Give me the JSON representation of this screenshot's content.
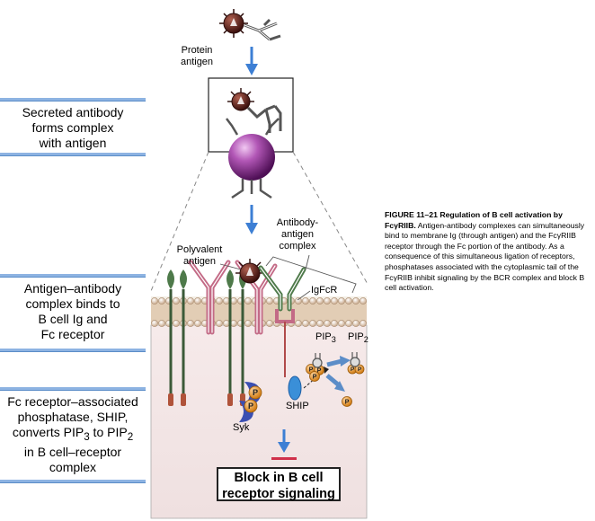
{
  "steps": [
    {
      "line1": "Secreted antibody",
      "line2": "forms complex",
      "line3": "with antigen",
      "line4": ""
    },
    {
      "line1": "Antigen–antibody",
      "line2": "complex binds to",
      "line3": "B cell Ig and",
      "line4": "Fc receptor"
    },
    {
      "line1": "Fc receptor–associated",
      "line2": "phosphatase, SHIP,",
      "line3_pre": "converts PIP",
      "line3_sub": "3",
      "line3_mid": " to PIP",
      "line3_sub2": "2",
      "line4": "in B cell–receptor",
      "line5": "complex"
    }
  ],
  "labels": {
    "protein_antigen_1": "Protein",
    "protein_antigen_2": "antigen",
    "ag_complex_1": "Antibody-",
    "ag_complex_2": "antigen",
    "ag_complex_3": "complex",
    "polyvalent_1": "Polyvalent",
    "polyvalent_2": "antigen",
    "igfcr": "IgFcR",
    "pip3": "PIP",
    "pip3_sub": "3",
    "pip2": "PIP",
    "pip2_sub": "2",
    "syk": "Syk",
    "ship": "SHIP",
    "p": "P"
  },
  "result": {
    "line1": "Block in B cell",
    "line2": "receptor signaling"
  },
  "caption": {
    "title": "FIGURE 11–21 Regulation of B cell activation by FcγRIIB.",
    "body": "Antigen-antibody complexes can simultaneously bind to membrane Ig (through antigen) and the FcγRIIB receptor through the Fc portion of the antibody. As a consequence of this simultaneous ligation of receptors, phosphatases associated with the cytoplasmic tail of the FcγRIIB inhibit signaling by the BCR complex and block B cell activation."
  },
  "colors": {
    "arrow_blue": "#3d7fd4",
    "rule_blue": "#8db3e2",
    "cell_purple": "#8a2b8f",
    "antigen_brown": "#5a1f1a",
    "phosphate_orange": "#e08a1e",
    "ship_blue": "#3a8fd8",
    "membrane_tan": "#d7c0a6",
    "cytoplasm": "#efe3e3",
    "red_bar": "#d0304a",
    "receptor_green": "#4e7a4a",
    "receptor_pink": "#c36a86"
  }
}
